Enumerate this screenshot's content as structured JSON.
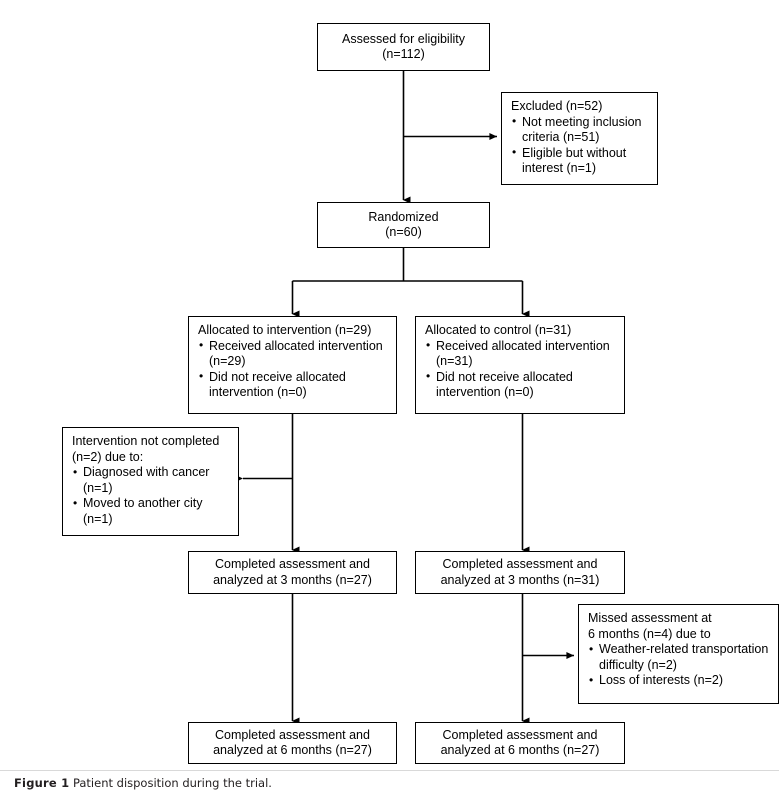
{
  "figure": {
    "label": "Figure 1",
    "caption": "Patient disposition during the trial."
  },
  "diagram": {
    "type": "consort-flow-diagram",
    "nodes": {
      "assessed": {
        "line1": "Assessed for eligibility",
        "line2": "(n=112)"
      },
      "excluded": {
        "heading": "Excluded (n=52)",
        "bullets": [
          "Not meeting inclusion criteria (n=51)",
          "Eligible but without interest (n=1)"
        ]
      },
      "randomized": {
        "line1": "Randomized",
        "line2": "(n=60)"
      },
      "allocated_intervention": {
        "heading": "Allocated to intervention (n=29)",
        "bullets": [
          "Received allocated intervention (n=29)",
          "Did not receive allocated intervention (n=0)"
        ]
      },
      "allocated_control": {
        "heading": "Allocated to control (n=31)",
        "bullets": [
          "Received allocated intervention (n=31)",
          "Did not receive allocated intervention (n=0)"
        ]
      },
      "not_completed": {
        "heading_line1": "Intervention not completed",
        "heading_line2": "(n=2) due to:",
        "bullets": [
          "Diagnosed with cancer (n=1)",
          "Moved to another city (n=1)"
        ]
      },
      "completed_3m_intervention": {
        "line1": "Completed assessment and",
        "line2": "analyzed at 3 months (n=27)"
      },
      "completed_3m_control": {
        "line1": "Completed assessment and",
        "line2": "analyzed at 3 months (n=31)"
      },
      "missed_6m": {
        "heading_line1": "Missed assessment at",
        "heading_line2": "6 months (n=4) due to",
        "bullets": [
          "Weather-related transportation difficulty (n=2)",
          "Loss of interests (n=2)"
        ]
      },
      "completed_6m_intervention": {
        "line1": "Completed assessment and",
        "line2": "analyzed at 6 months (n=27)"
      },
      "completed_6m_control": {
        "line1": "Completed assessment and",
        "line2": "analyzed at 6 months (n=27)"
      }
    },
    "bullet_glyph": "•",
    "colors": {
      "line": "#000000",
      "box_border": "#000000",
      "box_fill": "#ffffff",
      "text": "#000000",
      "caption_text": "#231f20"
    }
  }
}
